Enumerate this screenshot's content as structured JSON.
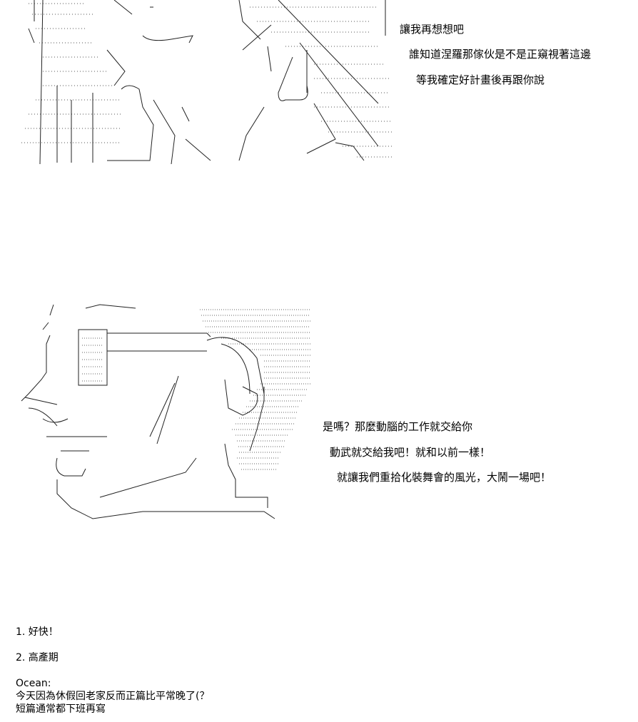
{
  "panel1": {
    "lines": [
      "讓我再想想吧",
      "誰知道涅羅那傢伙是不是正窺視著這邊",
      "等我確定好計畫後再跟你說"
    ]
  },
  "panel2": {
    "lines": [
      "是嗎？那麼動腦的工作就交給你",
      "動武就交給我吧！就和以前一樣！",
      "就讓我們重拾化裝舞會的風光，大鬧一場吧！"
    ]
  },
  "notes": {
    "items": [
      "1. 好快！",
      "2. 高產期"
    ],
    "author_label": "Ocean:",
    "comment_lines": [
      "今天因為休假回老家反而正篇比平常晚了(？",
      "短篇通常都下班再寫"
    ]
  }
}
